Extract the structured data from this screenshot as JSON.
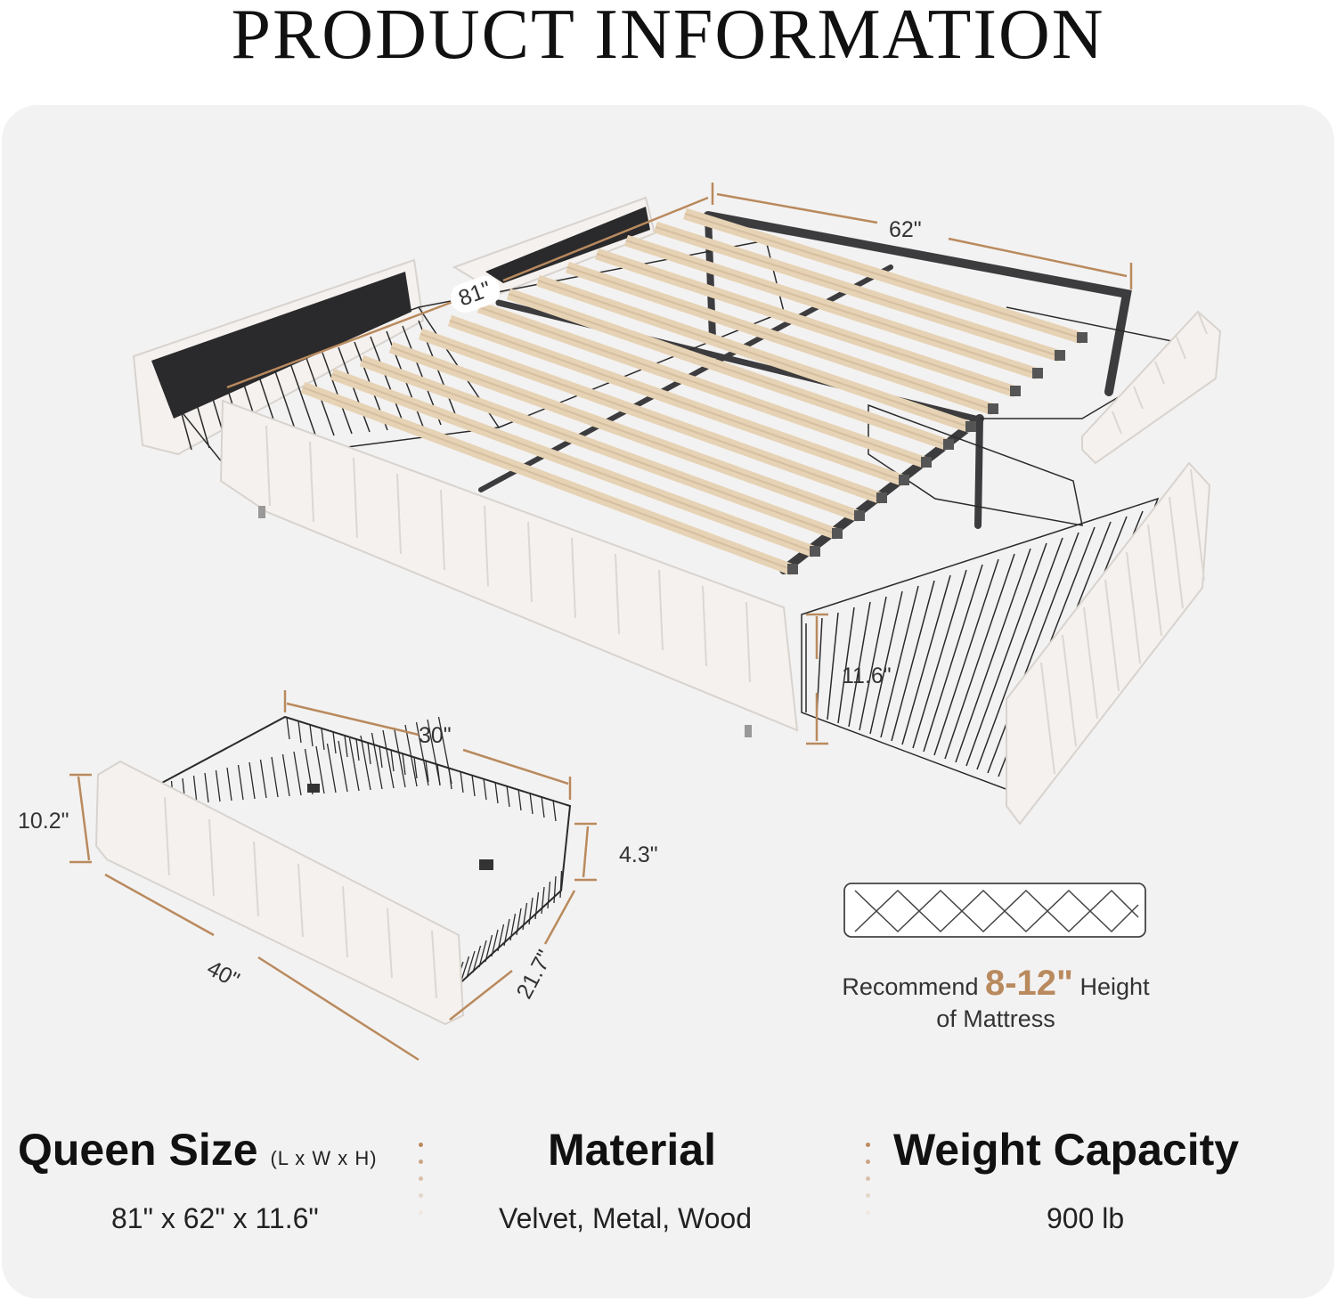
{
  "header": {
    "title": "PRODUCT INFORMATION"
  },
  "dimensions": {
    "width": "62\"",
    "length": "81\"",
    "height": "11.6\"",
    "drawer_width": "30\"",
    "drawer_front_height": "10.2\"",
    "drawer_basket_height": "4.3\"",
    "drawer_front_length": "40\"",
    "drawer_depth": "21.7\""
  },
  "mattress": {
    "prefix": "Recommend",
    "range": "8-12\"",
    "suffix": "Height",
    "line2": "of Mattress"
  },
  "specs": {
    "size": {
      "title": "Queen Size",
      "sub": "(L x W x H)",
      "value": "81\" x 62\" x 11.6\""
    },
    "material": {
      "title": "Material",
      "value": "Velvet, Metal, Wood"
    },
    "capacity": {
      "title": "Weight Capacity",
      "value": "900 lb"
    }
  },
  "colors": {
    "accent": "#b98a5e",
    "panel": "#f3f2f2",
    "frame": "#3c3c3e",
    "slat": "#e6d2b4",
    "upholstery": "#f4f1ee"
  }
}
